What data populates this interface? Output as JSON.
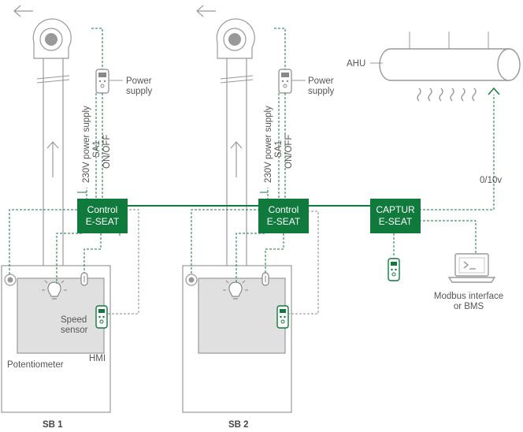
{
  "colors": {
    "accent": "#0f7a3c",
    "line_grey": "#888888",
    "fill_grey": "#e0e0e0",
    "text": "#555555"
  },
  "labels": {
    "power_supply_1": [
      "Power",
      "supply"
    ],
    "power_supply_2": [
      "Power",
      "supply"
    ],
    "v230_1": "230V power supply",
    "v230_2": "230V power supply",
    "sa1_1": "SA1",
    "onoff_1": "ON/OFF",
    "sa1_2": "SA1",
    "onoff_2": "ON/OFF",
    "ahu": "AHU",
    "analog": "0/10v",
    "speed_sensor": [
      "Speed",
      "sensor"
    ],
    "hmi": "HMI",
    "potentiometer": "Potentiometer",
    "modbus": [
      "Modbus interface",
      "or BMS"
    ],
    "sb1": "SB 1",
    "sb2": "SB 2"
  },
  "boxes": {
    "control1": [
      "Control",
      "E-SEAT"
    ],
    "control2": [
      "Control",
      "E-SEAT"
    ],
    "captur": [
      "CAPTUR",
      "E-SEAT"
    ]
  },
  "icons": {
    "fan": "fan-icon",
    "bulb": "light-bulb-icon",
    "sensor": "speed-sensor-icon",
    "hmi": "hmi-remote-icon",
    "power": "power-supply-icon",
    "laptop": "laptop-icon",
    "arrow_left": "arrow-left-icon",
    "arrow_up": "arrow-up-icon",
    "heat_wave": "heat-wave-icon"
  }
}
